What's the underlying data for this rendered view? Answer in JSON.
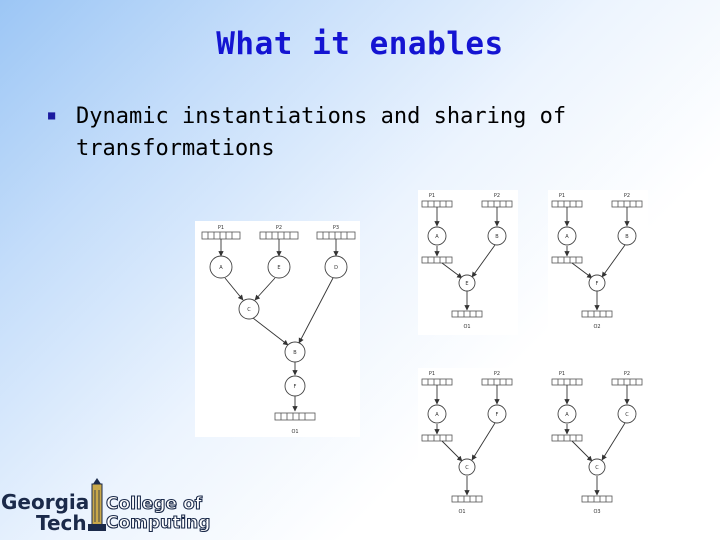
{
  "slide": {
    "title": "What it enables",
    "bullet_text": "Dynamic instantiations and sharing of transformations"
  },
  "diagrams": {
    "main": {
      "inputs": [
        "P1",
        "P2",
        "P3"
      ],
      "nodes": [
        "A",
        "E",
        "D",
        "C",
        "B",
        "F"
      ],
      "output": "O1"
    },
    "top_left": {
      "inputs": [
        "P1",
        "P2"
      ],
      "nodes": [
        "A",
        "B",
        "E"
      ],
      "output": "O1"
    },
    "top_right": {
      "inputs": [
        "P1",
        "P2"
      ],
      "nodes": [
        "A",
        "B",
        "F"
      ],
      "output": "O2"
    },
    "bottom_left": {
      "inputs": [
        "P1",
        "P2"
      ],
      "nodes": [
        "A",
        "F",
        "C"
      ],
      "output": "O1"
    },
    "bottom_right": {
      "inputs": [
        "P1",
        "P2"
      ],
      "nodes": [
        "A",
        "C",
        "C"
      ],
      "output": "O3"
    }
  },
  "logo": {
    "line1": "Georgia",
    "line2": "Tech",
    "line3": "College of",
    "line4": "Computing"
  }
}
